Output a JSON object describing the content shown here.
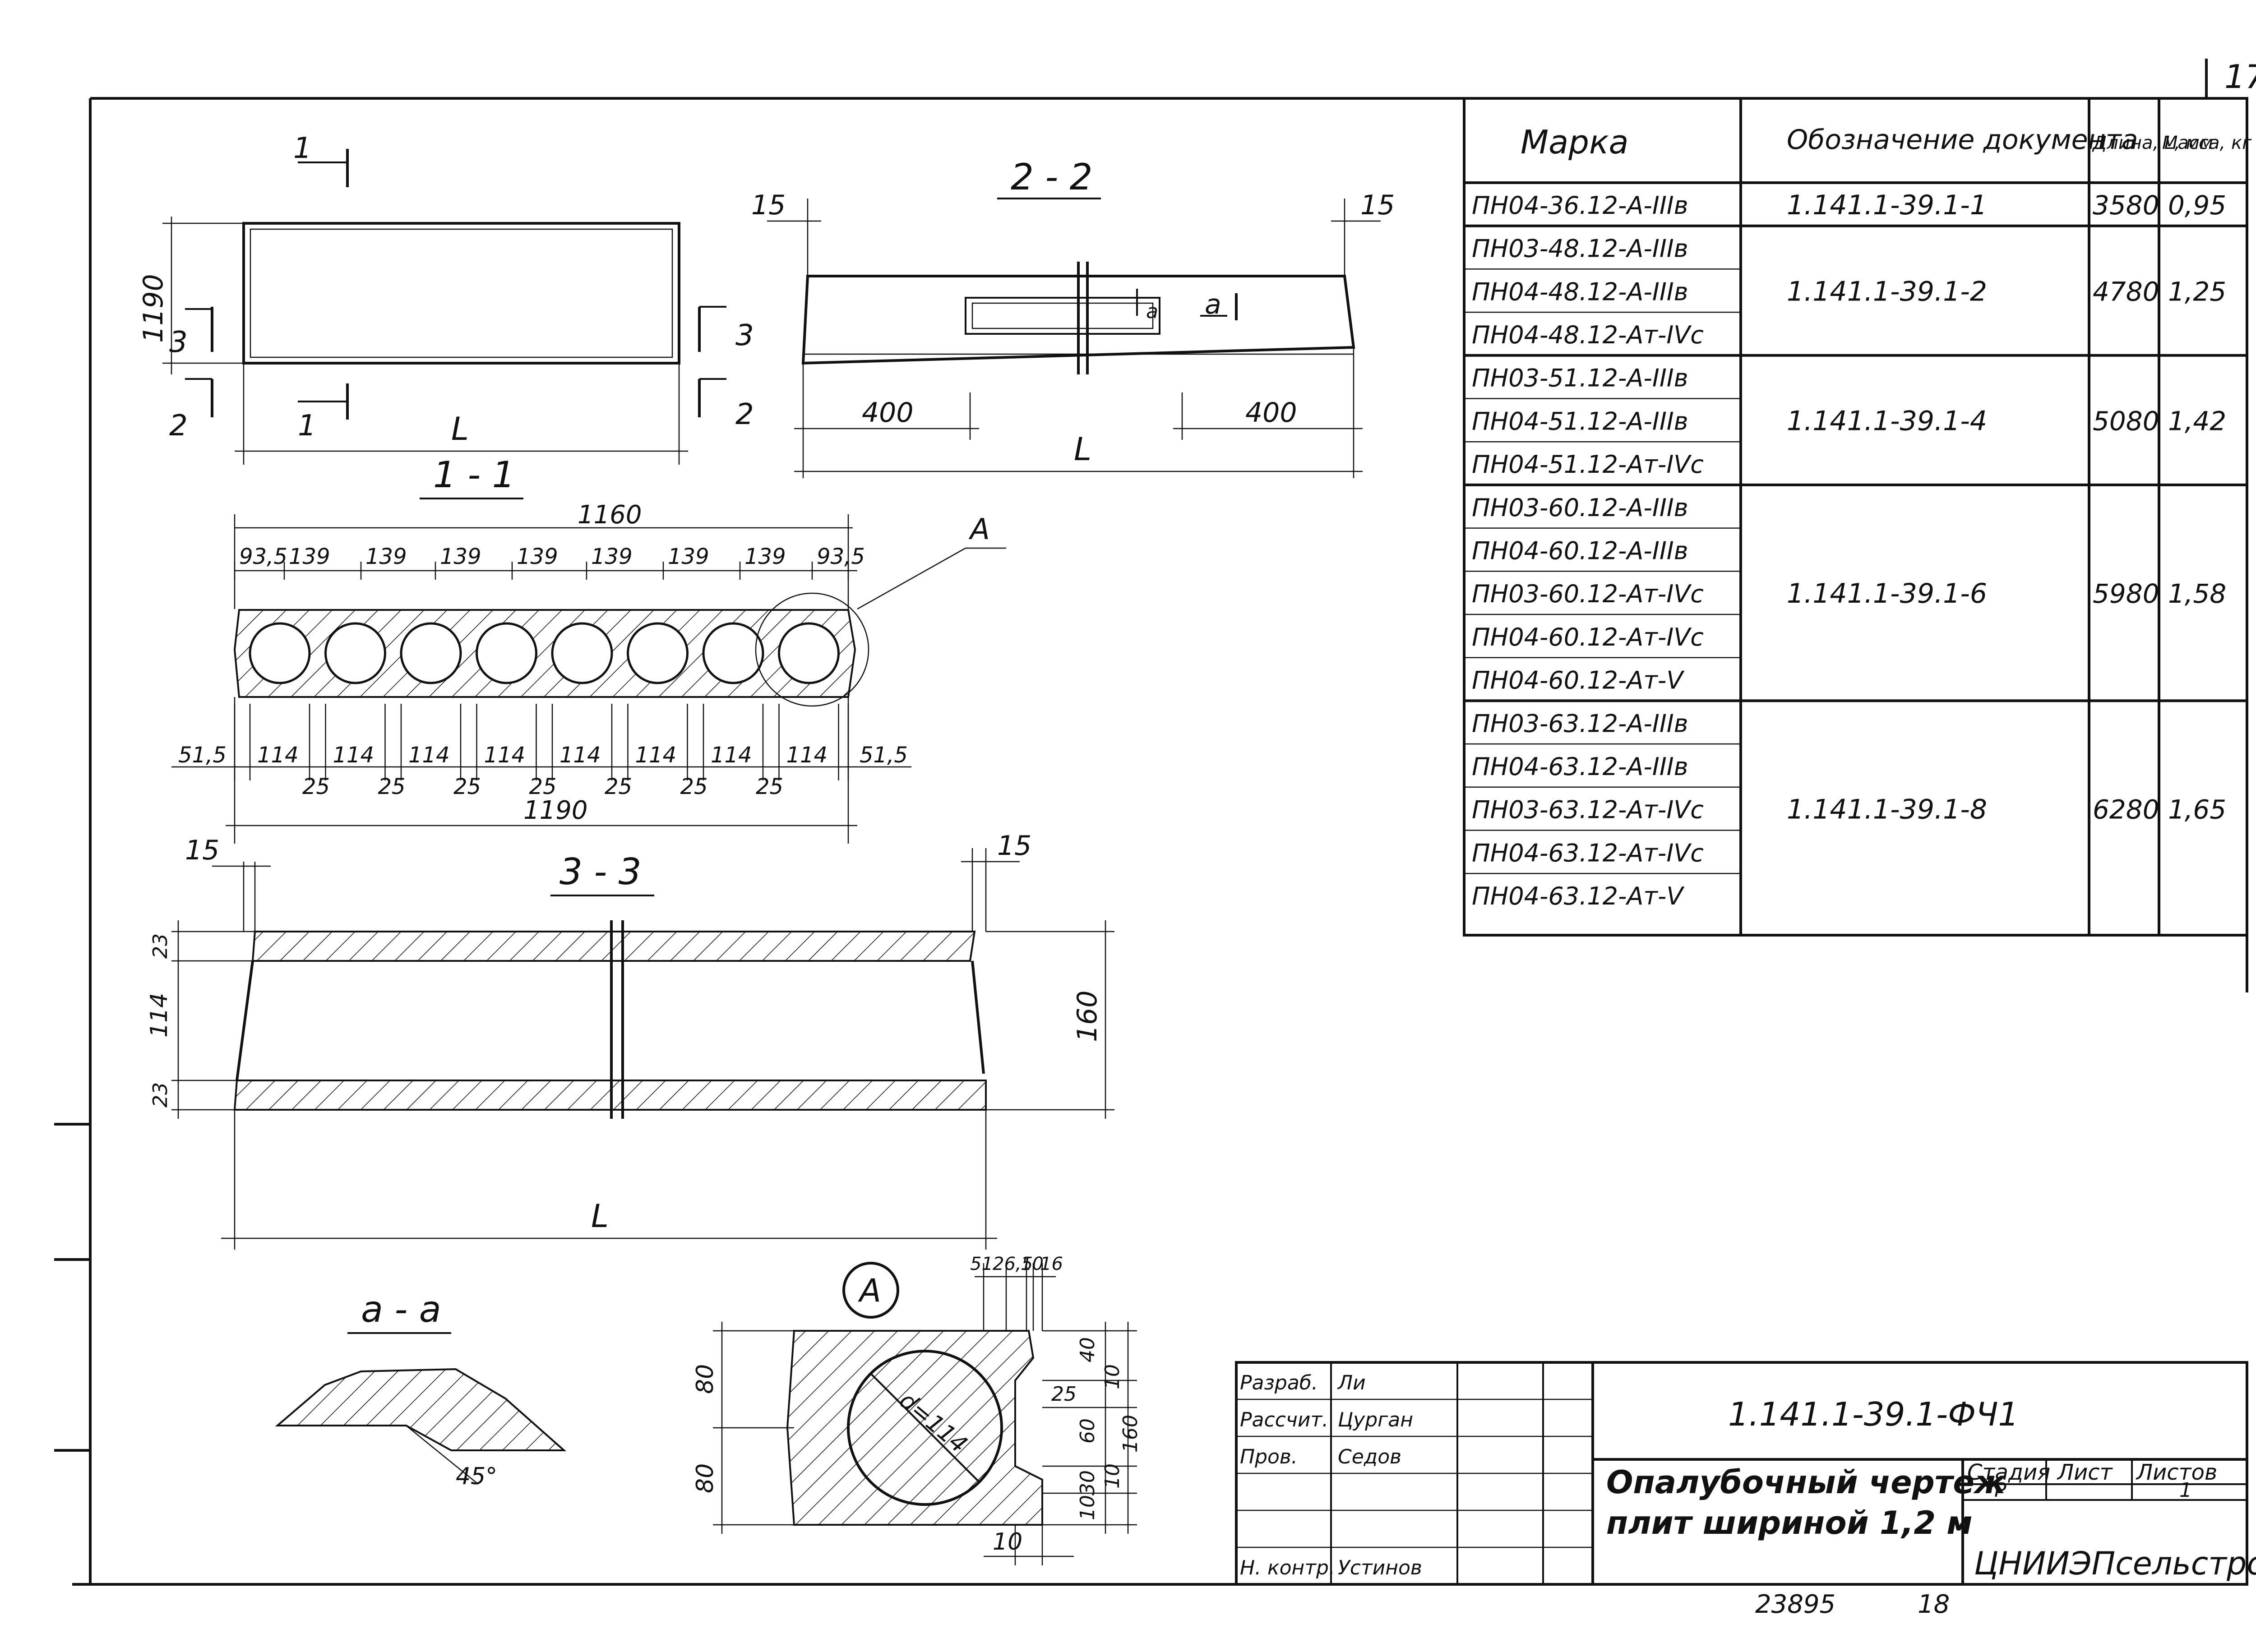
{
  "page_number": "17",
  "bottom_numbers": [
    "23895",
    "18"
  ],
  "table": {
    "headers": {
      "mark": "Марка",
      "doc": "Обозначение документа",
      "length": "Длина, L, мм",
      "mass": "Масса, кг"
    },
    "groups": [
      {
        "doc": "1.141.1-39.1-1",
        "length": "3580",
        "mass": "0,95",
        "marks": [
          "ПН04-36.12-А-IIIв"
        ]
      },
      {
        "doc": "1.141.1-39.1-2",
        "length": "4780",
        "mass": "1,25",
        "marks": [
          "ПН03-48.12-А-IIIв",
          "ПН04-48.12-А-IIIв",
          "ПН04-48.12-Ат-IVс"
        ]
      },
      {
        "doc": "1.141.1-39.1-4",
        "length": "5080",
        "mass": "1,42",
        "marks": [
          "ПН03-51.12-А-IIIв",
          "ПН04-51.12-А-IIIв",
          "ПН04-51.12-Ат-IVс"
        ]
      },
      {
        "doc": "1.141.1-39.1-6",
        "length": "5980",
        "mass": "1,58",
        "marks": [
          "ПН03-60.12-А-IIIв",
          "ПН04-60.12-А-IIIв",
          "ПН03-60.12-Ат-IVс",
          "ПН04-60.12-Ат-IVс",
          "ПН04-60.12-Ат-V"
        ]
      },
      {
        "doc": "1.141.1-39.1-8",
        "length": "6280",
        "mass": "1,65",
        "marks": [
          "ПН03-63.12-А-IIIв",
          "ПН04-63.12-А-IIIв",
          "ПН03-63.12-Ат-IVс",
          "ПН04-63.12-Ат-IVс",
          "ПН04-63.12-Ат-V"
        ]
      }
    ]
  },
  "views": {
    "plan": {
      "section_marks": [
        "1",
        "1",
        "2",
        "2",
        "3",
        "3"
      ],
      "dim_width": "1190",
      "dim_length": "L"
    },
    "s22": {
      "title": "2 - 2",
      "dim_end_left": "15",
      "dim_end_right": "15",
      "dim_left": "400",
      "dim_right": "400",
      "dim_length": "L",
      "mark_a": "а"
    },
    "s11": {
      "title": "1 - 1",
      "dim_top": "1160",
      "top_spacing": [
        "93,5",
        "139",
        "139",
        "139",
        "139",
        "139",
        "139",
        "139",
        "93,5"
      ],
      "bottom_spacing": [
        "51,5",
        "114",
        "114",
        "114",
        "114",
        "114",
        "114",
        "114",
        "114",
        "51,5"
      ],
      "gap": "25",
      "dim_bottom": "1190",
      "detail_mark": "А"
    },
    "s33": {
      "title": "3 - 3",
      "dim_end_left": "15",
      "dim_end_right": "15",
      "dim_parts": [
        "23",
        "114",
        "23"
      ],
      "dim_height": "160",
      "dim_length": "L"
    },
    "aa": {
      "title": "а - а",
      "angle": "45°"
    },
    "detail": {
      "mark": "А",
      "diameter": "d=114",
      "dims_top": [
        "51",
        "26,5",
        "10",
        "16"
      ],
      "dims_left": [
        "80",
        "80"
      ],
      "dims_right": [
        "40",
        "25",
        "60",
        "30",
        "10",
        "10",
        "160",
        "10"
      ],
      "dim_bottom": "10"
    }
  },
  "title_block": {
    "roles": [
      "Разраб.",
      "Рассчит.",
      "Пров.",
      "",
      "",
      "Н. контр."
    ],
    "names": [
      "Ли",
      "Цурган",
      "Седов",
      "",
      "",
      "Устинов"
    ],
    "code": "1.141.1-39.1-ФЧ1",
    "title_line1": "Опалубочный чертеж",
    "title_line2": "плит шириной 1,2 м",
    "stage_label": "Стадия",
    "sheet_label": "Лист",
    "sheets_label": "Листов",
    "stage": "Р",
    "sheet": "",
    "sheets": "1",
    "org": "ЦНИИЭПсельстрой"
  }
}
